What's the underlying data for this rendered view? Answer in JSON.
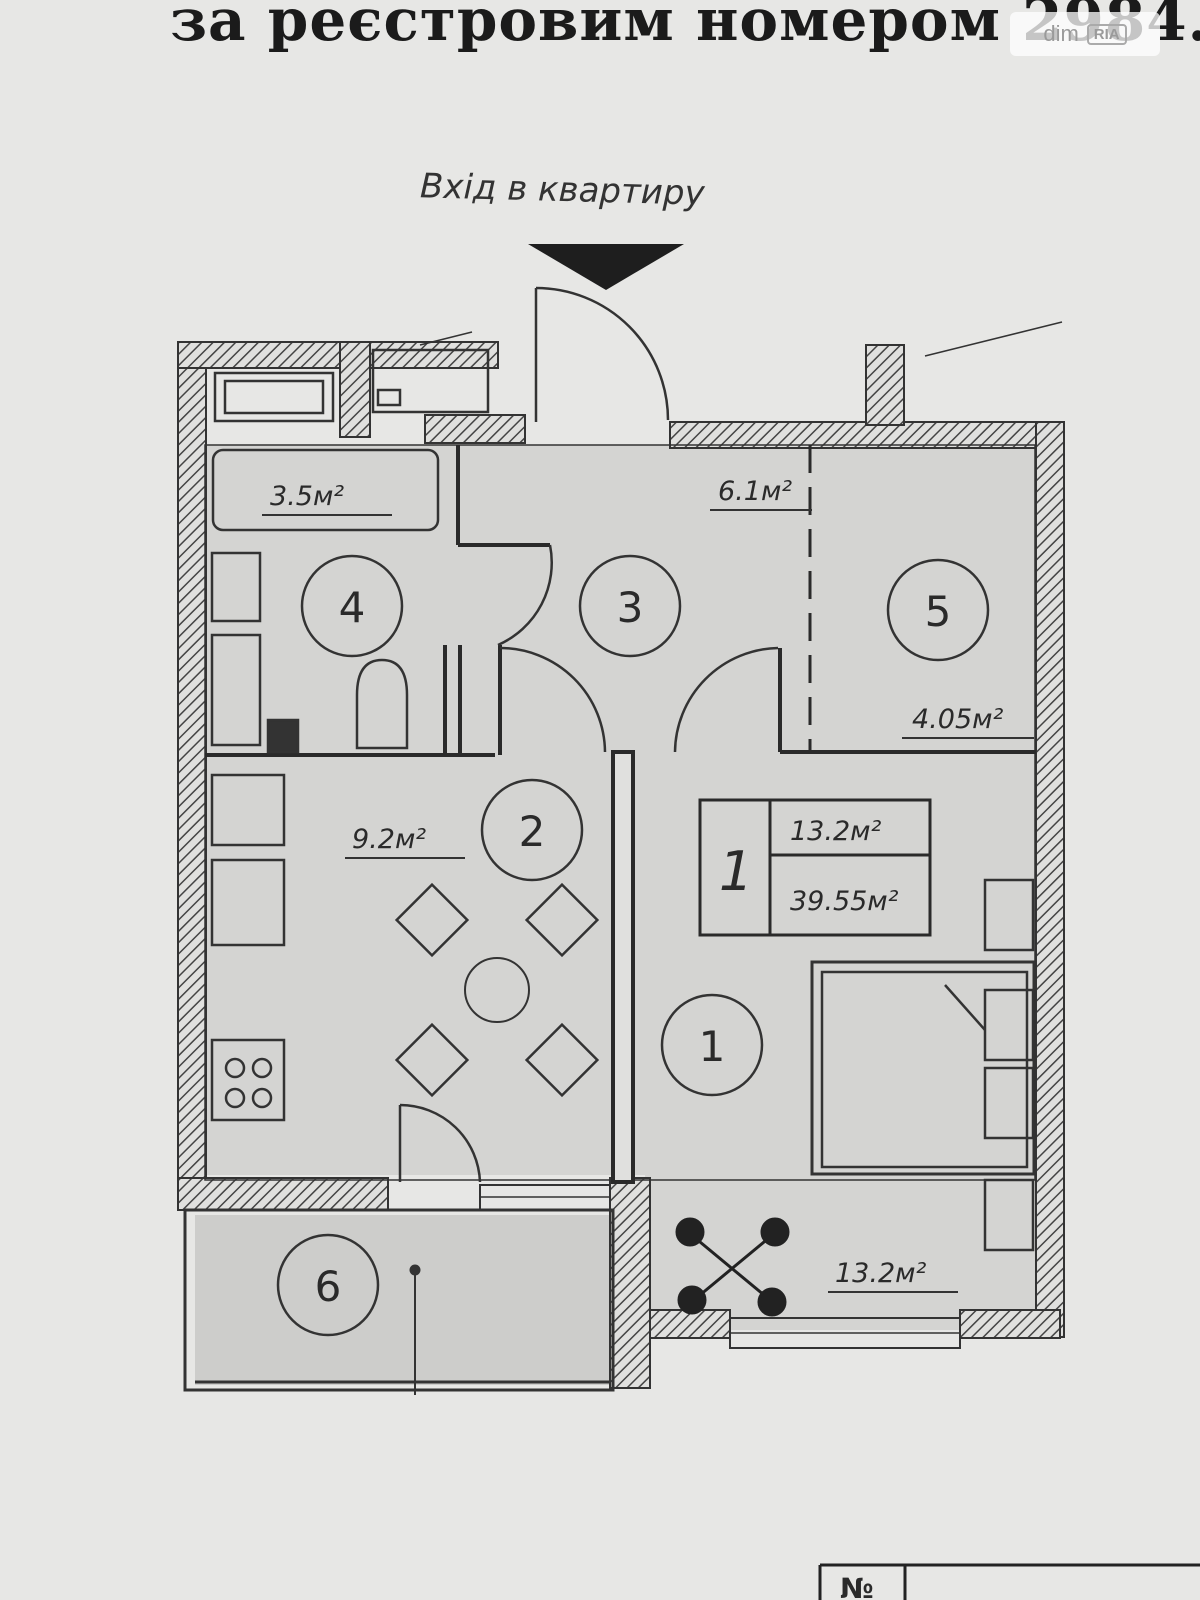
{
  "heading": "за реєстровим номером 2984.",
  "watermark": {
    "brand": "dim",
    "badge": "RIA"
  },
  "entry_label": "Вхід в квартиру",
  "rooms": [
    {
      "number": "1",
      "area": "13.2м²"
    },
    {
      "number": "2",
      "area": "9.2м²"
    },
    {
      "number": "3",
      "area": "6.1м²"
    },
    {
      "number": "4",
      "area": "3.5м²"
    },
    {
      "number": "5",
      "area": "4.05м²"
    },
    {
      "number": "6",
      "area": ""
    }
  ],
  "summary": {
    "rooms_count": "1",
    "living_area": "13.2м²",
    "total_area": "39.55м²"
  },
  "table_fragment": {
    "col1": "№"
  }
}
